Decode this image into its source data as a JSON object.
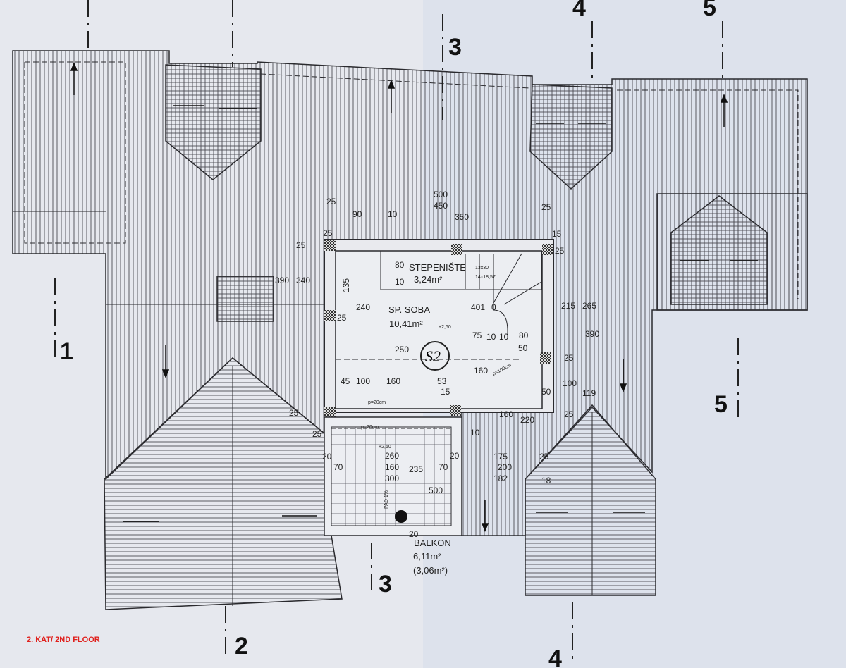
{
  "caption": "2. KAT/ 2ND FLOOR",
  "axes": {
    "a1": "1",
    "a2": "2",
    "a3_top": "3",
    "a3_bottom": "3",
    "a4_top": "4",
    "a4_bottom": "4",
    "a5_top": "5",
    "a5_right": "5"
  },
  "rooms": {
    "stair_name": "STEPENIŠTE",
    "stair_area": "3,24m²",
    "bedroom_name": "SP. SOBA",
    "bedroom_area": "10,41m²",
    "balcony_name": "BALKON",
    "balcony_area": "6,11m²",
    "balcony_area_net": "(3,06m²)",
    "room_code": "S2",
    "level_bedroom": "+2,60",
    "level_balcony": "+2,60",
    "stair_spec1": "13x30",
    "stair_spec2": "14x18,57",
    "lintel1": "p=20cm",
    "lintel2": "p=20cm",
    "lintel3": "p=100cm",
    "drain": "PAD 1%"
  },
  "dims": [
    "500",
    "450",
    "25",
    "90",
    "10",
    "350",
    "25",
    "25",
    "15",
    "25",
    "135",
    "240",
    "25",
    "80",
    "10",
    "390",
    "340",
    "250",
    "100",
    "45",
    "160",
    "53",
    "15",
    "401",
    "0",
    "75",
    "10",
    "10",
    "80",
    "50",
    "160",
    "215",
    "265",
    "390",
    "25",
    "100",
    "119",
    "25",
    "50",
    "220",
    "160",
    "10",
    "25",
    "20",
    "70",
    "260",
    "160",
    "300",
    "235",
    "70",
    "20",
    "500",
    "175",
    "200",
    "182",
    "25",
    "18",
    "20",
    "25",
    "25"
  ],
  "colors": {
    "paper": "#e6e8ee",
    "paper_right": "#dde2ec",
    "ink": "#2a2a2e",
    "caption": "#e0201c"
  }
}
